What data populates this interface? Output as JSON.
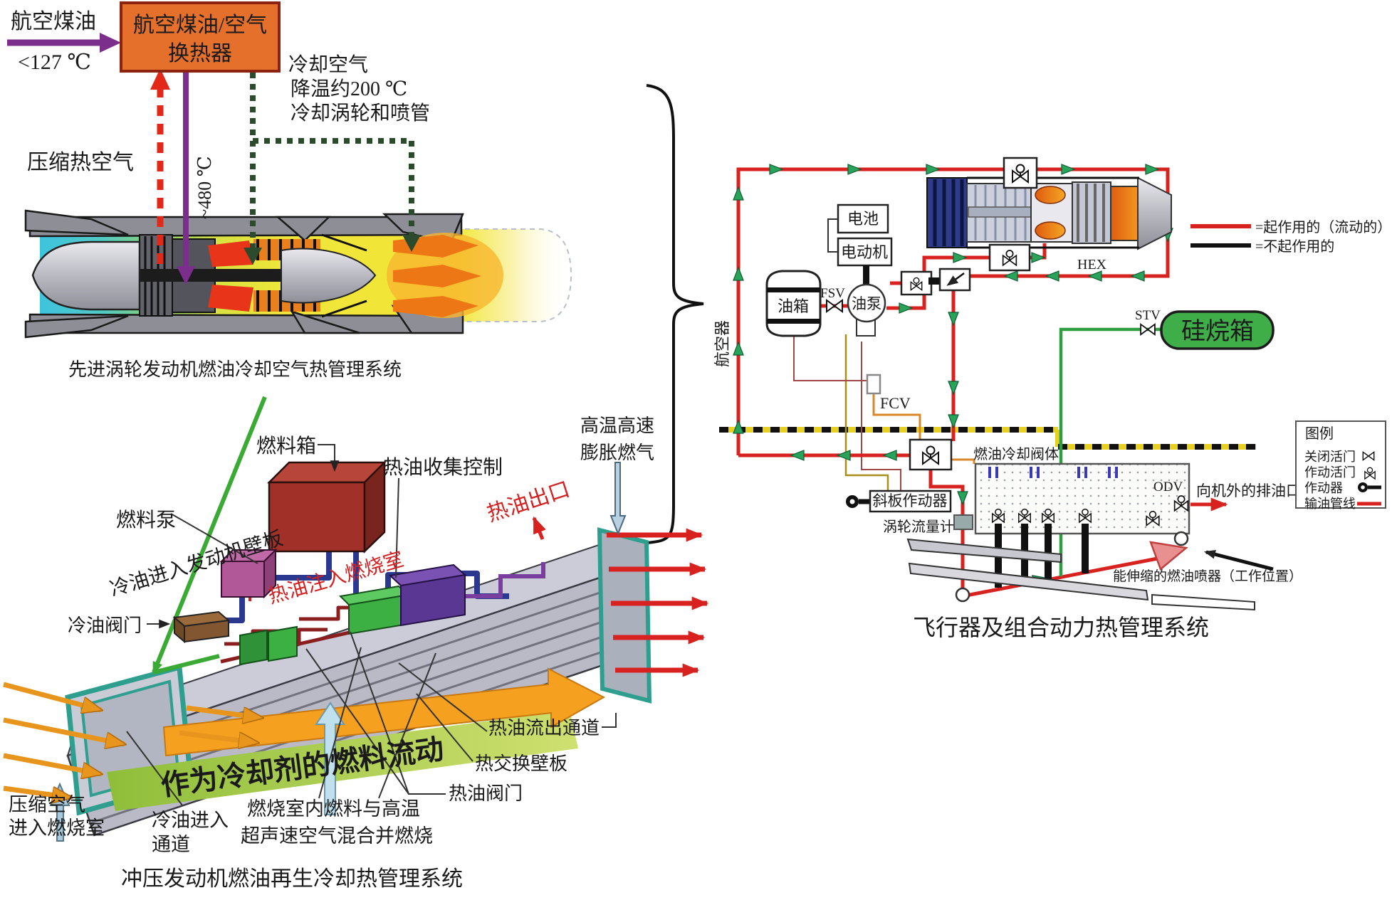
{
  "top_left": {
    "kerosene": "航空煤油",
    "kerosene_temp": "<127 ℃",
    "hx_line1": "航空煤油/空气",
    "hx_line2": "换热器",
    "cool_air1": "冷却空气",
    "cool_air2": "降温约200 ℃",
    "cool_air3": "冷却涡轮和喷管",
    "hot_air": "压缩热空气",
    "t480": "~480 ℃",
    "caption": "先进涡轮发动机燃油冷却空气热管理系统"
  },
  "bottom_left": {
    "fuel_tank": "燃料箱",
    "fuel_pump": "燃料泵",
    "cold_oil_wall": "冷油进入发动机壁板",
    "hot_oil_collect": "热油收集控制",
    "hot_gas1": "高温高速",
    "hot_gas2": "膨胀燃气",
    "hot_oil_outlet": "热油出口",
    "hot_oil_inject": "热油注入燃烧室",
    "cold_oil_valve": "冷油阀门",
    "coolant_flow": "作为冷却剂的燃料流动",
    "comp_air1": "压缩空气",
    "comp_air2": "进入燃烧室",
    "cold_oil_ch1": "冷油进入",
    "cold_oil_ch2": "通道",
    "combust1": "燃烧室内燃料与高温",
    "combust2": "超声速空气混合并燃烧",
    "hot_oil_out_ch": "热油流出通道",
    "hx_wall": "热交换壁板",
    "hot_oil_valve": "热油阀门",
    "caption": "冲压发动机燃油再生冷却热管理系统"
  },
  "right": {
    "battery": "电池",
    "motor": "电动机",
    "oil_tank": "油箱",
    "fsv": "FSV",
    "pump": "油泵",
    "fcv": "FCV",
    "hex": "HEX",
    "stv": "STV",
    "silane": "硅烷箱",
    "aircraft": "航空器",
    "valve_body": "燃油冷却阀体",
    "odv": "ODV",
    "drain": "向机外的排油口",
    "swash": "斜板作动器",
    "flowmeter": "涡轮流量计",
    "injector": "能伸缩的燃油喷器（工作位置）",
    "legend_active": "=起作用的（流动的）",
    "legend_inactive": "=不起作用的",
    "legend_title": "图例",
    "lg_close": "关闭活门",
    "lg_act_valve": "作动活门",
    "lg_actuator": "作动器",
    "lg_pipe": "输油管线",
    "caption": "飞行器及组合动力热管理系统"
  },
  "colors": {
    "pipe_active": "#d8221f",
    "pipe_inactive": "#111111",
    "flow_arrow": "#2aa35a",
    "silane_green": "#3fae49",
    "hx_box_orange": "#e4702c",
    "fuel_purple": "#7b2e8c",
    "hot_air_red": "#e22818",
    "cooled_air_green": "#2c4a2c",
    "hazard_yellow": "#e6d021",
    "coolant_text_orange": "#e8821e"
  },
  "icons": {
    "closed_valve": "bowtie-valve-icon",
    "actuated_valve": "bowtie-circle-valve-icon",
    "actuator": "circle-rod-icon",
    "flow_arrow": "green-triangle-icon",
    "brace": "curly-brace-glyph"
  }
}
